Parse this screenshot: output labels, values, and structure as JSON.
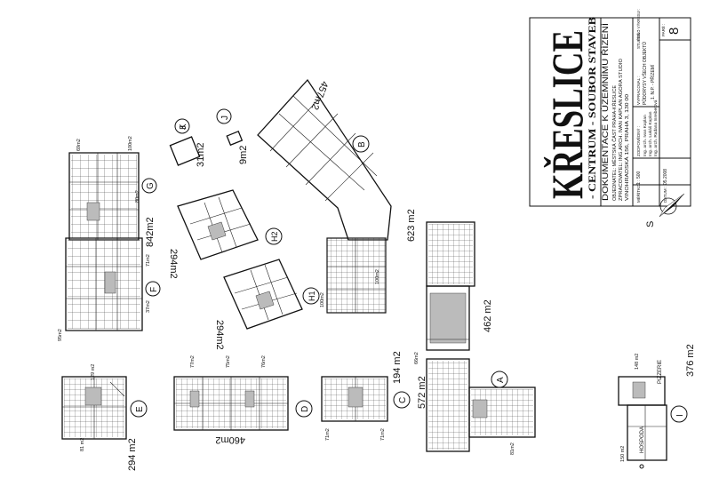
{
  "title_block": {
    "title": "KŘESLICE",
    "subtitle": "- CENTRUM - SOUBOR STAVEB",
    "doc": "DOKUMENTACE K ÚZEMNÍMU ŘÍZENÍ",
    "investor": "OBJEDNATEL: MĚSTSKÁ ČÁST PRAHA-KŘESLICE",
    "author": "ZPRACOVATEL: ING.ARCH. IVAN KAPLAN AGORA STUDIO",
    "address": "VINOHRADSKÁ 156, PRAHA 3, 130 00",
    "drawing_name": "PŮDORYSY VŠECH OBJEKTŮ",
    "floor": "1. N.P. - PŘÍZEMÍ",
    "staff1": "Ing. arch. Ivan Kaplan",
    "staff2": "Ing. arch. Lukáš Kaplan",
    "staff3": "Ing. arch. Radana Inreiberová",
    "lbl_drawn": "VYPRACOVAL :",
    "lbl_responsible": "ZODPOVĚDNÝ :",
    "lbl_scale": "MĚŘÍTKO :",
    "scale": "1 : 500",
    "lbl_date": "DATUM :",
    "date": "05.2008",
    "lbl_number": "ČÍSLO VÝKRESU :",
    "number": "8",
    "lbl_phase": "STUPEŇ :",
    "lbl_part": "PARÉ :"
  },
  "north": {
    "label": "S"
  },
  "buildings": [
    {
      "id": "A",
      "areas": [
        "572 m2",
        "462 m2"
      ]
    },
    {
      "id": "B",
      "areas": [
        "623 m2",
        "457m2"
      ]
    },
    {
      "id": "C",
      "areas": [
        "194 m2"
      ]
    },
    {
      "id": "D",
      "areas": [
        "460m2"
      ]
    },
    {
      "id": "E",
      "areas": [
        "294 m2"
      ]
    },
    {
      "id": "F",
      "areas": [
        "842m2"
      ]
    },
    {
      "id": "G",
      "areas": []
    },
    {
      "id": "H1",
      "areas": [
        "294m2"
      ]
    },
    {
      "id": "H2",
      "areas": [
        "294m2"
      ]
    },
    {
      "id": "I",
      "areas": [
        "376 m2",
        "148 m2",
        "150 m2"
      ],
      "rooms": [
        "PIZZERIE",
        "HOSPODA"
      ]
    },
    {
      "id": "J",
      "areas": [
        "9m2"
      ]
    },
    {
      "id": "K",
      "areas": [
        "31m2"
      ]
    }
  ],
  "unit_labels": {
    "g1": "69m2",
    "g2": "100m2",
    "g3": "80m2",
    "f1": "37m2",
    "f2": "71m2",
    "f3": "95m2",
    "e1": "81 m2",
    "e2": "129 m2",
    "c1": "71m2",
    "c2": "71m2",
    "b1": "100m2",
    "b2": "100m2",
    "a1": "66m2",
    "a2": "81m2",
    "d1": "77m2",
    "d2": "75m2",
    "d3": "76m2"
  }
}
